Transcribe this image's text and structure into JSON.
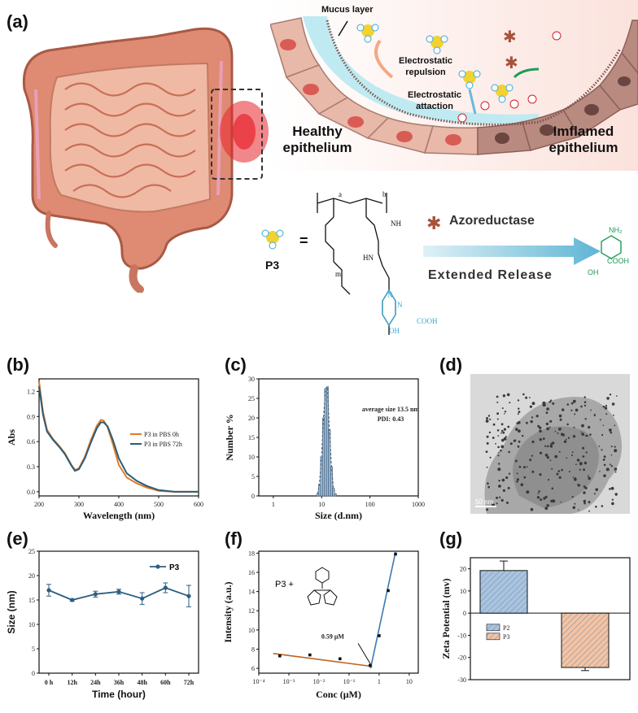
{
  "panels": {
    "a": "(a)",
    "b": "(b)",
    "c": "(c)",
    "d": "(d)",
    "e": "(e)",
    "f": "(f)",
    "g": "(g)"
  },
  "schematic": {
    "mucus_layer": "Mucus layer",
    "electrostatic_repulsion": "Electrostatic repulsion",
    "electrostatic_attaction": "Electrostatic attaction",
    "healthy_epithelium": "Healthy epithelium",
    "imflamed_epithelium": "Imflamed epithelium",
    "colors": {
      "gut": "#e59a80",
      "mucus": "#bfeaf2",
      "cell": "#e8b8a8",
      "inflamed_cell": "#b98a80",
      "nucleus": "#d85b56",
      "np_core": "#f2d230",
      "np_charge": "#3ba7d8",
      "azo": "#a9523a",
      "drug": "#1f9a55"
    }
  },
  "scheme": {
    "a": "a",
    "b": "b",
    "m": "m",
    "nh": "NH",
    "hn": "HN",
    "n1": "N",
    "n2": "N",
    "oh": "OH",
    "cooh": "COOH",
    "p3": "P3",
    "equals": "=",
    "azoreductase": "Azoreductase",
    "extended_release": "Extended Release",
    "product_nh2": "NH₂",
    "product_cooh": "COOH",
    "product_oh": "OH"
  },
  "tem": {
    "scale_bar": "50 nm"
  },
  "chart_data": [
    {
      "panel": "b",
      "type": "line",
      "xlabel": "Wavelength (nm)",
      "ylabel": "Abs",
      "xlim": [
        200,
        600
      ],
      "ylim": [
        -0.05,
        1.35
      ],
      "xticks": [
        200,
        300,
        400,
        500,
        600
      ],
      "yticks": [
        0.0,
        0.3,
        0.6,
        0.9,
        1.2
      ],
      "legend_position": "right",
      "series": [
        {
          "name": "P3 in PBS 0h",
          "color": "#e07b2a",
          "x": [
            200,
            210,
            220,
            235,
            250,
            265,
            280,
            290,
            300,
            315,
            330,
            345,
            355,
            362,
            372,
            385,
            400,
            420,
            445,
            470,
            500,
            540,
            600
          ],
          "y": [
            1.32,
            0.95,
            0.74,
            0.63,
            0.55,
            0.46,
            0.33,
            0.26,
            0.28,
            0.42,
            0.62,
            0.79,
            0.86,
            0.85,
            0.77,
            0.57,
            0.32,
            0.17,
            0.1,
            0.05,
            0.01,
            0.0,
            0.0
          ]
        },
        {
          "name": "P3 in PBS 72h",
          "color": "#2d5d78",
          "x": [
            200,
            210,
            220,
            235,
            250,
            265,
            280,
            290,
            300,
            315,
            330,
            345,
            355,
            362,
            372,
            385,
            400,
            420,
            445,
            470,
            500,
            540,
            600
          ],
          "y": [
            1.26,
            0.92,
            0.72,
            0.62,
            0.54,
            0.45,
            0.32,
            0.25,
            0.27,
            0.4,
            0.59,
            0.76,
            0.83,
            0.83,
            0.78,
            0.62,
            0.4,
            0.22,
            0.13,
            0.07,
            0.02,
            0.0,
            0.0
          ]
        }
      ]
    },
    {
      "panel": "c",
      "type": "bar",
      "xlabel": "Size (d.nm)",
      "ylabel": "Number %",
      "xscale": "log",
      "xlim": [
        0.5,
        1000
      ],
      "ylim": [
        0,
        30
      ],
      "xticks": [
        1,
        10,
        100,
        1000
      ],
      "yticks": [
        0,
        5,
        10,
        15,
        20,
        25,
        30
      ],
      "annotation": [
        "average size 13.5 nm",
        "PDI: 0.43"
      ],
      "bar_color": "#9fc0dc",
      "x": [
        8.2,
        9.0,
        9.9,
        10.9,
        12.0,
        13.2,
        14.5,
        16.0,
        17.6,
        19.4
      ],
      "values": [
        0.5,
        3.0,
        10.0,
        20.0,
        27.5,
        28.0,
        17.0,
        7.5,
        2.0,
        0.5
      ]
    },
    {
      "panel": "e",
      "type": "line",
      "xlabel": "Time (hour)",
      "ylabel": "Size (nm)",
      "ylim": [
        0,
        25
      ],
      "yticks": [
        0,
        5,
        10,
        15,
        20,
        25
      ],
      "categories": [
        "0 h",
        "12h",
        "24h",
        "36h",
        "48h",
        "60h",
        "72h"
      ],
      "legend_position": "top-right",
      "series": [
        {
          "name": "P3",
          "color": "#2b5e82",
          "values": [
            17.0,
            15.0,
            16.2,
            16.7,
            15.3,
            17.5,
            15.8
          ],
          "errors": [
            1.2,
            0.2,
            0.6,
            0.5,
            1.2,
            1.0,
            2.2
          ]
        }
      ]
    },
    {
      "panel": "f",
      "type": "scatter",
      "xlabel": "Conc (μM)",
      "ylabel": "Intensity (a.u.)",
      "xscale": "log",
      "xlim": [
        0.0001,
        20
      ],
      "ylim": [
        5.5,
        18.2
      ],
      "xticks": [
        0.0001,
        0.001,
        0.01,
        0.1,
        1,
        10
      ],
      "xticklabels": [
        "10⁻⁴",
        "10⁻³",
        "10⁻²",
        "10⁻¹",
        "1",
        "10"
      ],
      "yticks": [
        6,
        8,
        10,
        12,
        14,
        16,
        18
      ],
      "annotation": "0.59 μM",
      "label": "P3 +",
      "points": {
        "x": [
          0.0005,
          0.005,
          0.05,
          0.5,
          1.0,
          2.0,
          3.5
        ],
        "y": [
          7.3,
          7.4,
          7.0,
          6.3,
          9.4,
          14.1,
          17.9
        ]
      },
      "fit_lines": [
        {
          "color": "#c0621e",
          "x": [
            0.0003,
            0.59
          ],
          "y": [
            7.55,
            6.2
          ]
        },
        {
          "color": "#3c7ab2",
          "x": [
            0.52,
            3.5
          ],
          "y": [
            6.0,
            18.1
          ]
        }
      ]
    },
    {
      "panel": "g",
      "type": "bar",
      "ylabel": "Zeta Potential (mv)",
      "ylim": [
        -30,
        25
      ],
      "yticks": [
        -30,
        -20,
        -10,
        0,
        10,
        20
      ],
      "categories": [
        "P2",
        "P3"
      ],
      "values": [
        19.2,
        -24.5
      ],
      "errors": [
        4.3,
        1.4
      ],
      "colors": [
        "#a8c4e0",
        "#f2c3a4"
      ],
      "legend_position": "center-left"
    }
  ]
}
